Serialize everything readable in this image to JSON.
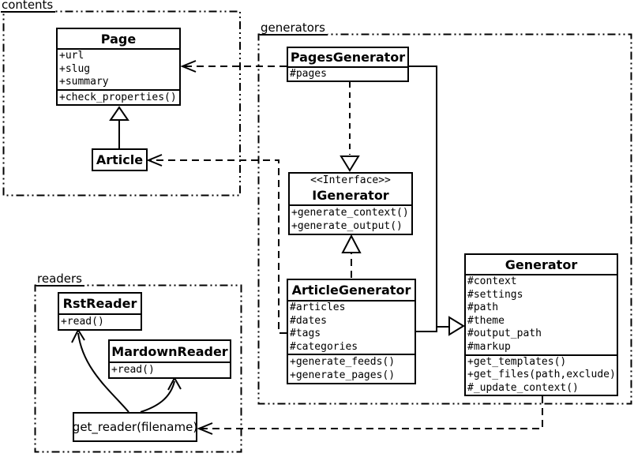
{
  "packages": {
    "contents": {
      "label": "contents"
    },
    "generators": {
      "label": "generators"
    },
    "readers": {
      "label": "readers"
    }
  },
  "classes": {
    "page": {
      "title": "Page",
      "attributes": [
        "+url",
        "+slug",
        "+summary"
      ],
      "methods": [
        "+check_properties()"
      ]
    },
    "article": {
      "title": "Article"
    },
    "pages_generator": {
      "title": "PagesGenerator",
      "attributes": [
        "#pages"
      ]
    },
    "igenerator": {
      "stereotype": "<<Interface>>",
      "title": "IGenerator",
      "methods": [
        "+generate_context()",
        "+generate_output()"
      ]
    },
    "article_generator": {
      "title": "ArticleGenerator",
      "attributes": [
        "#articles",
        "#dates",
        "#tags",
        "#categories"
      ],
      "methods": [
        "+generate_feeds()",
        "+generate_pages()"
      ]
    },
    "generator": {
      "title": "Generator",
      "attributes": [
        "#context",
        "#settings",
        "#path",
        "#theme",
        "#output_path",
        "#markup"
      ],
      "methods": [
        "+get_templates()",
        "+get_files(path,exclude)",
        "#_update_context()"
      ]
    },
    "rst_reader": {
      "title": "RstReader",
      "methods": [
        "+read()"
      ]
    },
    "mardown_reader": {
      "title": "MardownReader",
      "methods": [
        "+read()"
      ]
    },
    "get_reader": {
      "label": "get_reader(filename)"
    }
  },
  "relationships": [
    {
      "from": "Article",
      "to": "Page",
      "type": "inheritance"
    },
    {
      "from": "PagesGenerator",
      "to": "Page",
      "type": "dependency"
    },
    {
      "from": "ArticleGenerator",
      "to": "Article",
      "type": "dependency"
    },
    {
      "from": "PagesGenerator",
      "to": "IGenerator",
      "type": "realization"
    },
    {
      "from": "ArticleGenerator",
      "to": "IGenerator",
      "type": "realization"
    },
    {
      "from": "PagesGenerator",
      "to": "Generator",
      "type": "inheritance"
    },
    {
      "from": "ArticleGenerator",
      "to": "Generator",
      "type": "inheritance"
    },
    {
      "from": "Generator",
      "to": "get_reader(filename)",
      "type": "dependency"
    },
    {
      "from": "get_reader(filename)",
      "to": "RstReader",
      "type": "association"
    },
    {
      "from": "get_reader(filename)",
      "to": "MardownReader",
      "type": "association"
    }
  ],
  "colors": {
    "line": "#000000",
    "background": "#ffffff",
    "box_fill": "#ffffff"
  }
}
